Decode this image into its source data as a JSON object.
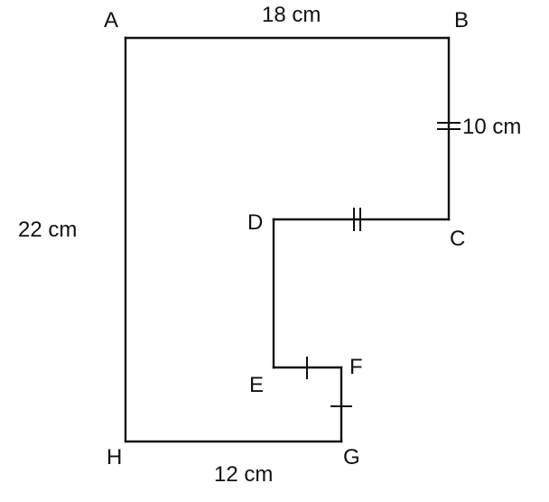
{
  "figure": {
    "vertices": {
      "A": "A",
      "B": "B",
      "C": "C",
      "D": "D",
      "E": "E",
      "F": "F",
      "G": "G",
      "H": "H"
    },
    "dimensions": {
      "AB": "18 cm",
      "BC": "10 cm",
      "AH": "22 cm",
      "HG": "12 cm"
    },
    "colors": {
      "line": "#111111",
      "background": "#ffffff"
    }
  }
}
